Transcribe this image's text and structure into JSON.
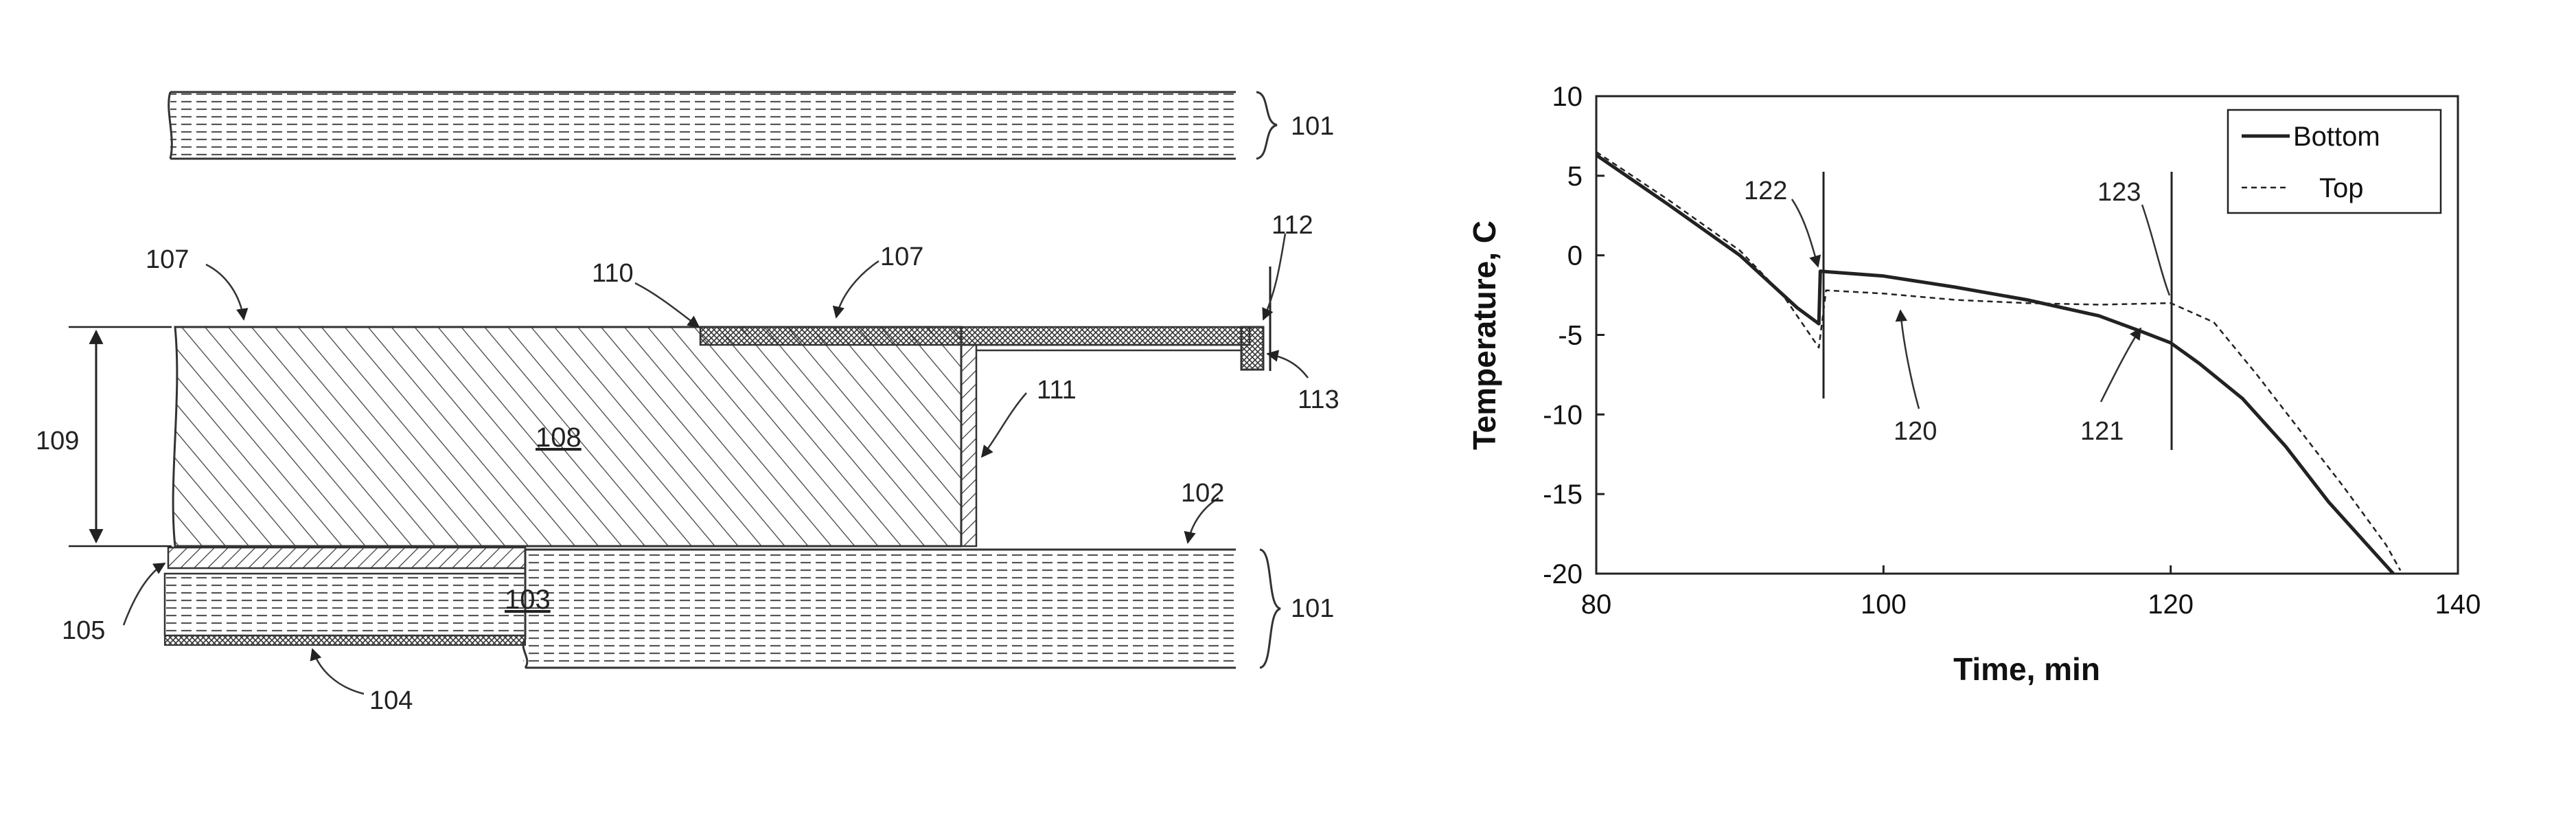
{
  "diagram": {
    "labels": {
      "l101_top": "101",
      "l107_left": "107",
      "l107_right": "107",
      "l110": "110",
      "l112": "112",
      "l113": "113",
      "l111": "111",
      "l109": "109",
      "l108": "108",
      "l102": "102",
      "l103": "103",
      "l101_bottom": "101",
      "l105": "105",
      "l104": "104"
    }
  },
  "chart_data": {
    "type": "line",
    "title": "",
    "xlabel": "Time, min",
    "ylabel": "Temperature, C",
    "xlim": [
      80,
      140
    ],
    "ylim": [
      -20,
      10
    ],
    "xticks": [
      80,
      100,
      120,
      140
    ],
    "yticks": [
      10,
      5,
      0,
      -5,
      -10,
      -15,
      -20
    ],
    "grid": false,
    "legend_position": "top-right",
    "series": [
      {
        "name": "Bottom",
        "style": "solid",
        "x": [
          80,
          85,
          90,
          94,
          95.5,
          95.6,
          100,
          105,
          110,
          115,
          118,
          120,
          122,
          125,
          128,
          131,
          134,
          135.5
        ],
        "y": [
          6.3,
          3.2,
          0.0,
          -3.3,
          -4.3,
          -1.0,
          -1.3,
          -2.0,
          -2.8,
          -3.8,
          -4.8,
          -5.5,
          -6.8,
          -9.0,
          -12.0,
          -15.5,
          -18.5,
          -20.0
        ]
      },
      {
        "name": "Top",
        "style": "dashed",
        "x": [
          80,
          85,
          90,
          93,
          95.5,
          96,
          100,
          105,
          110,
          115,
          120,
          123,
          126,
          129,
          132,
          135,
          136
        ],
        "y": [
          6.5,
          3.5,
          0.3,
          -2.5,
          -5.8,
          -2.2,
          -2.4,
          -2.8,
          -3.0,
          -3.1,
          -3.0,
          -4.2,
          -7.5,
          -11.0,
          -14.5,
          -18.2,
          -19.8
        ]
      }
    ],
    "annotations": [
      {
        "text": "122"
      },
      {
        "text": "123"
      },
      {
        "text": "120"
      },
      {
        "text": "121"
      }
    ]
  }
}
